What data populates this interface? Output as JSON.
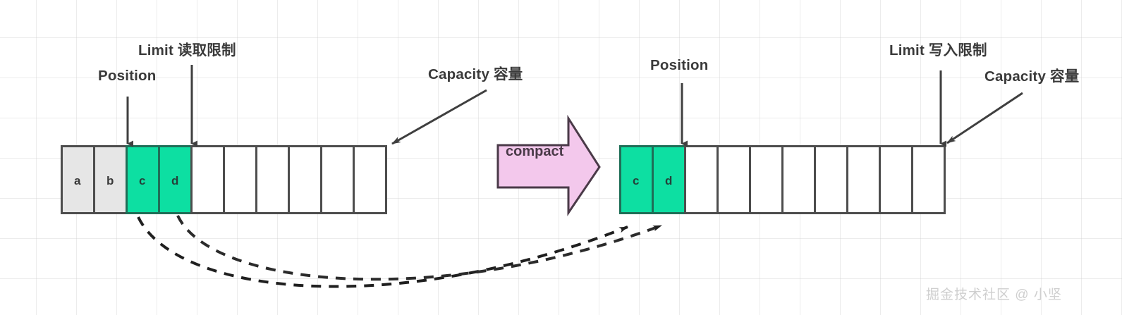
{
  "diagram": {
    "title": "NIO Buffer compact operation",
    "background": {
      "color": "#ffffff",
      "grid_color": "#cecece",
      "grid_spacing": 57
    },
    "colors": {
      "cell_border": "#4d4d4d",
      "cell_empty": "#ffffff",
      "cell_consumed": "#e6e6e6",
      "cell_data": "#0ddfa2",
      "arrow": "#3f3f3f",
      "dashed_arrow": "#222222",
      "compact_fill": "#f3c8ec",
      "compact_border": "#4a3a48",
      "label_text": "#3a3a3a",
      "watermark": "#cfcfcf"
    },
    "labels": {
      "left_position": "Position",
      "left_limit": "Limit 读取限制",
      "left_capacity": "Capacity 容量",
      "right_position": "Position",
      "right_limit": "Limit 写入限制",
      "right_capacity": "Capacity 容量"
    },
    "operation": {
      "name": "compact",
      "label": "compact"
    },
    "before_buffer": {
      "name": "before-compact-buffer",
      "cell_count": 10,
      "position_index": 2,
      "limit_index": 4,
      "capacity_index": 10,
      "cells": [
        {
          "label": "a",
          "state": "consumed"
        },
        {
          "label": "b",
          "state": "consumed"
        },
        {
          "label": "c",
          "state": "data"
        },
        {
          "label": "d",
          "state": "data"
        },
        {
          "label": "",
          "state": "empty"
        },
        {
          "label": "",
          "state": "empty"
        },
        {
          "label": "",
          "state": "empty"
        },
        {
          "label": "",
          "state": "empty"
        },
        {
          "label": "",
          "state": "empty"
        },
        {
          "label": "",
          "state": "empty"
        }
      ]
    },
    "after_buffer": {
      "name": "after-compact-buffer",
      "cell_count": 10,
      "position_index": 2,
      "limit_index": 10,
      "capacity_index": 10,
      "cells": [
        {
          "label": "c",
          "state": "data"
        },
        {
          "label": "d",
          "state": "data"
        },
        {
          "label": "",
          "state": "empty"
        },
        {
          "label": "",
          "state": "empty"
        },
        {
          "label": "",
          "state": "empty"
        },
        {
          "label": "",
          "state": "empty"
        },
        {
          "label": "",
          "state": "empty"
        },
        {
          "label": "",
          "state": "empty"
        },
        {
          "label": "",
          "state": "empty"
        },
        {
          "label": "",
          "state": "empty"
        }
      ]
    },
    "move_arrows": [
      {
        "from_cell": "c",
        "to_cell": "c",
        "style": "dashed"
      },
      {
        "from_cell": "d",
        "to_cell": "d",
        "style": "dashed"
      }
    ],
    "watermark": "掘金技术社区 @ 小坚"
  }
}
